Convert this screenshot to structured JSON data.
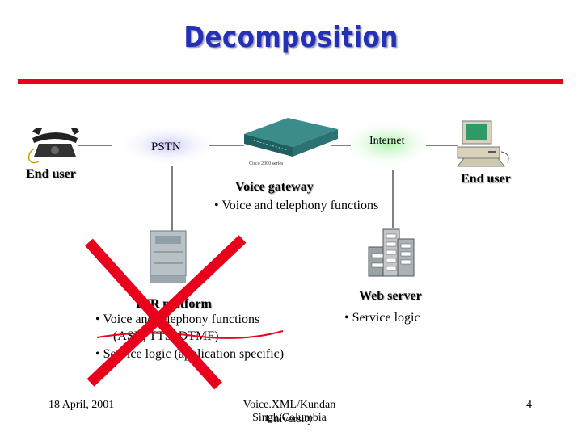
{
  "title": "Decomposition",
  "diagram": {
    "pstn_label": "PSTN",
    "internet_label": "Internet",
    "left_end_user": "End user",
    "right_end_user": "End user",
    "gateway_caption": "Cisco 2300 series",
    "voice_gateway": {
      "title": "Voice gateway",
      "bullet": "• Voice and telephony functions"
    },
    "ivr_platform": {
      "title": "IVR platform",
      "bullets": [
        "• Voice and telephony functions",
        "(ASR, TTS, DTMF)",
        "• Service logic (application specific)"
      ],
      "crossed_out": true
    },
    "web_server": {
      "title": "Web server",
      "bullet": "• Service logic"
    }
  },
  "footer": {
    "date": "18 April, 2001",
    "credit_line1": "Voice.XML/Kundan Singh/Columbia",
    "credit_line2": "University",
    "page_number": "4"
  },
  "colors": {
    "title": "#2430b8",
    "rule": "#e8001c",
    "cross": "#e8001c"
  }
}
